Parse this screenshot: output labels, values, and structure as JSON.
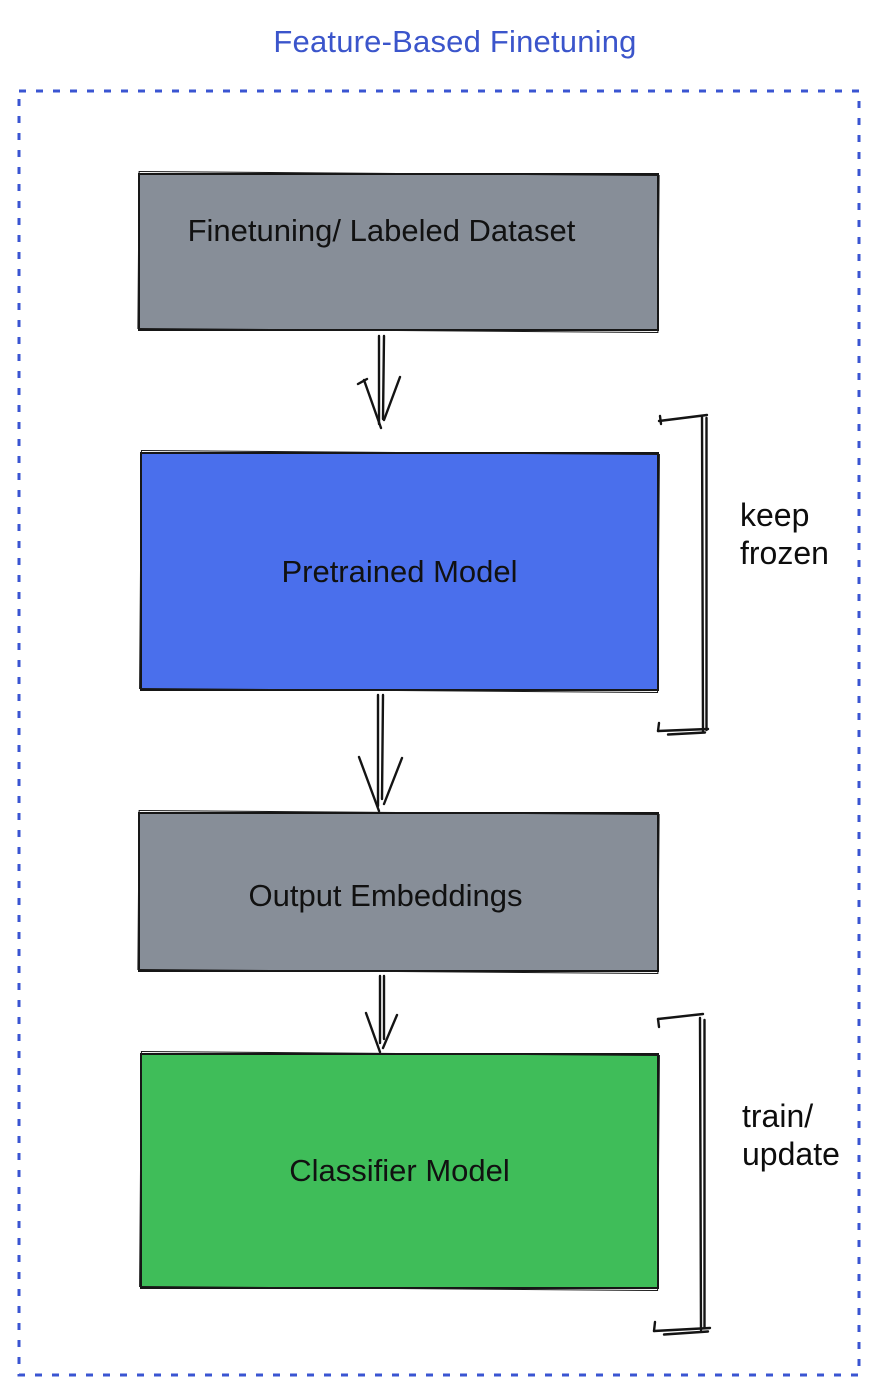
{
  "title": {
    "text": "Feature-Based Finetuning",
    "color": "#3b55cb"
  },
  "frame": {
    "style": "dashed",
    "border_color": "#3a55d2"
  },
  "nodes": [
    {
      "id": "finetuning-dataset",
      "label": "Finetuning/ Labeled Dataset",
      "fill": "#878e98",
      "text_color": "#111111"
    },
    {
      "id": "pretrained-model",
      "label": "Pretrained Model",
      "fill": "#4a6fec",
      "text_color": "#111111"
    },
    {
      "id": "output-embeddings",
      "label": "Output Embeddings",
      "fill": "#878e98",
      "text_color": "#111111"
    },
    {
      "id": "classifier-model",
      "label": "Classifier Model",
      "fill": "#3fbd59",
      "text_color": "#111111"
    }
  ],
  "edges": [
    {
      "from": "finetuning-dataset",
      "to": "pretrained-model"
    },
    {
      "from": "pretrained-model",
      "to": "output-embeddings"
    },
    {
      "from": "output-embeddings",
      "to": "classifier-model"
    }
  ],
  "side_labels": [
    {
      "target": "pretrained-model",
      "line1": "keep",
      "line2": "frozen",
      "bracket_side": "right"
    },
    {
      "target": "classifier-model",
      "line1": "train/",
      "line2": "update",
      "bracket_side": "right"
    }
  ],
  "stroke_color": "#141414"
}
